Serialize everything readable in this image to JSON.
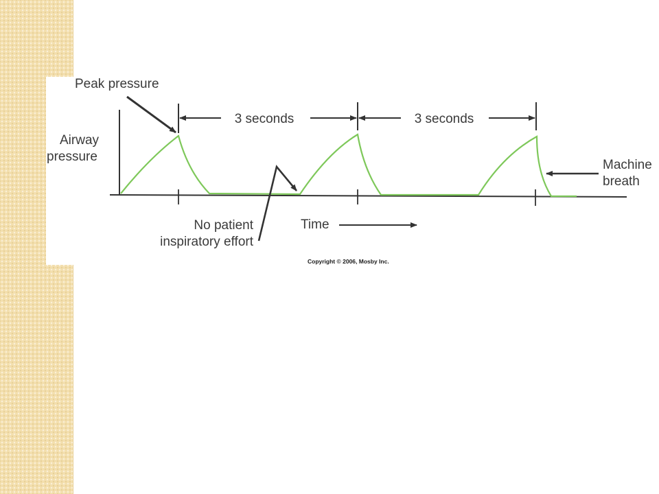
{
  "labels": {
    "peak_pressure": "Peak pressure",
    "interval_1": "3 seconds",
    "interval_2": "3 seconds",
    "y_axis_line1": "Airway",
    "y_axis_line2": "pressure",
    "machine_breath_line1": "Machine",
    "machine_breath_line2": "breath",
    "no_effort_line1": "No patient",
    "no_effort_line2": "inspiratory effort",
    "time": "Time",
    "copyright": "Copyright © 2006, Mosby Inc."
  },
  "colors": {
    "waveform": "#7ec85a",
    "axis": "#333333",
    "text": "#3a3a3a",
    "side_strip": "#f3dfae"
  }
}
